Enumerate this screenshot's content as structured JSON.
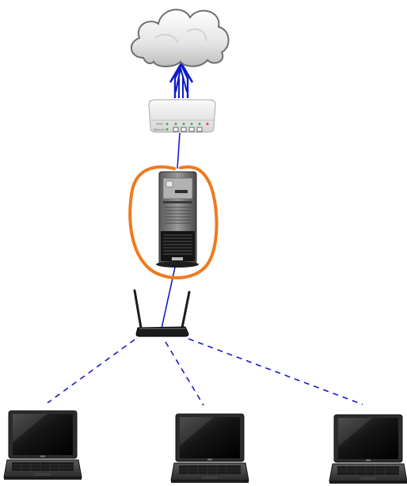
{
  "diagram": {
    "nodes": [
      {
        "id": "internet",
        "icon": "cloud-icon"
      },
      {
        "id": "modem",
        "icon": "router-icon",
        "port_labels": [
          "Power",
          "Ethernet"
        ]
      },
      {
        "id": "server",
        "icon": "server-tower-icon",
        "highlighted": true
      },
      {
        "id": "wireless-ap",
        "icon": "wireless-access-point-icon"
      },
      {
        "id": "laptop-1",
        "icon": "laptop-icon"
      },
      {
        "id": "laptop-2",
        "icon": "laptop-icon"
      },
      {
        "id": "laptop-3",
        "icon": "laptop-icon"
      }
    ],
    "links": [
      {
        "from": "modem",
        "to": "internet",
        "style": "arrow",
        "color": "#0d1cc8"
      },
      {
        "from": "server",
        "to": "modem",
        "style": "wired",
        "color": "#1a1acc"
      },
      {
        "from": "server",
        "to": "wireless-ap",
        "style": "wired",
        "color": "#1a1acc"
      },
      {
        "from": "wireless-ap",
        "to": "laptop-1",
        "style": "wireless-dashed",
        "color": "#1a1acc"
      },
      {
        "from": "wireless-ap",
        "to": "laptop-2",
        "style": "wireless-dashed",
        "color": "#1a1acc"
      },
      {
        "from": "wireless-ap",
        "to": "laptop-3",
        "style": "wireless-dashed",
        "color": "#1a1acc"
      }
    ],
    "highlight_color": "#f07a1e"
  }
}
